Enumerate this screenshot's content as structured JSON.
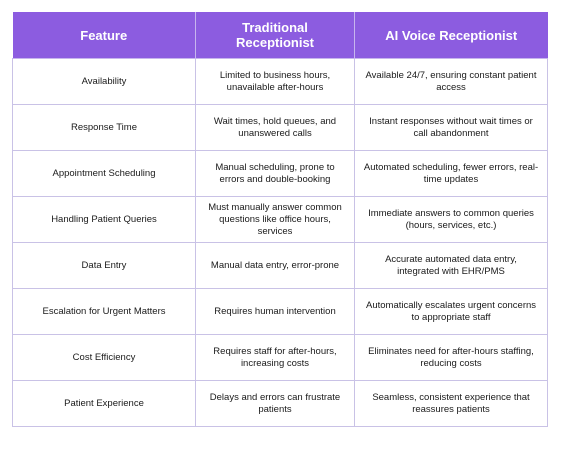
{
  "table": {
    "headers": [
      "Feature",
      "Traditional Receptionist",
      "AI Voice Receptionist"
    ],
    "rows": [
      [
        "Availability",
        "Limited to business hours, unavailable after-hours",
        "Available 24/7, ensuring constant patient access"
      ],
      [
        "Response Time",
        "Wait times, hold queues, and unanswered calls",
        "Instant responses without wait times or call abandonment"
      ],
      [
        "Appointment Scheduling",
        "Manual scheduling, prone to errors and double-booking",
        "Automated scheduling, fewer errors, real-time updates"
      ],
      [
        "Handling Patient Queries",
        "Must manually answer common questions like office hours, services",
        "Immediate answers to common queries (hours, services, etc.)"
      ],
      [
        "Data Entry",
        "Manual data entry, error-prone",
        "Accurate automated data entry, integrated with EHR/PMS"
      ],
      [
        "Escalation for Urgent Matters",
        "Requires human intervention",
        "Automatically escalates urgent concerns to appropriate staff"
      ],
      [
        "Cost Efficiency",
        "Requires staff for after-hours, increasing costs",
        "Eliminates need for after-hours staffing, reducing costs"
      ],
      [
        "Patient Experience",
        "Delays and errors can frustrate patients",
        "Seamless, consistent experience that reassures patients"
      ]
    ]
  },
  "colors": {
    "header_bg": "#8c5ce0",
    "header_text": "#ffffff",
    "border": "#c9c2e6",
    "cell_text": "#1a1a1a"
  }
}
